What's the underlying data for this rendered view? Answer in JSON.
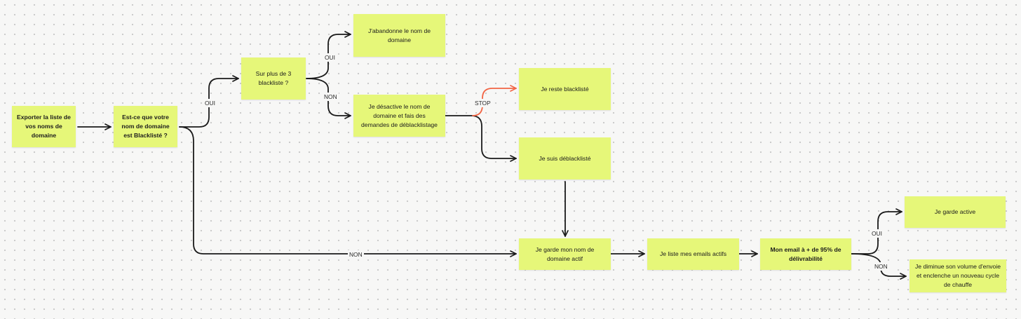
{
  "colors": {
    "node_fill": "#e6f779",
    "edge": "#1a1a1a",
    "edge_stop": "#f26545",
    "background": "#f7f7f6",
    "grid_dot": "#c9c9c9"
  },
  "nodes": {
    "export": "Exporter la liste de vos noms de domaine",
    "blacklisted_question": "Est-ce que votre nom de domaine est Blacklisté ?",
    "more_than_3": "Sur plus de 3 blackliste ?",
    "abandon": "J'abandonne le nom de domaine",
    "deactivate": "Je désactive le nom de domaine et fais des demandes de déblacklistage",
    "still_blacklisted": "Je reste blacklisté",
    "unblacklisted": "Je suis déblacklisté",
    "keep_domain": "Je garde mon nom de domaine actif",
    "list_emails": "Je liste mes emails actifs",
    "deliverability": "Mon email à + de 95% de délivrabilité",
    "keep_active": "Je garde active",
    "reduce_volume": "Je diminue son volume d'envoie et enclenche un nouveau cycle de chauffe"
  },
  "edge_labels": {
    "oui_blacklisted": "OUI",
    "non_blacklisted": "NON",
    "oui_more_than_3": "OUI",
    "non_more_than_3": "NON",
    "stop": "STOP",
    "oui_deliverability": "OUI",
    "non_deliverability": "NON"
  }
}
